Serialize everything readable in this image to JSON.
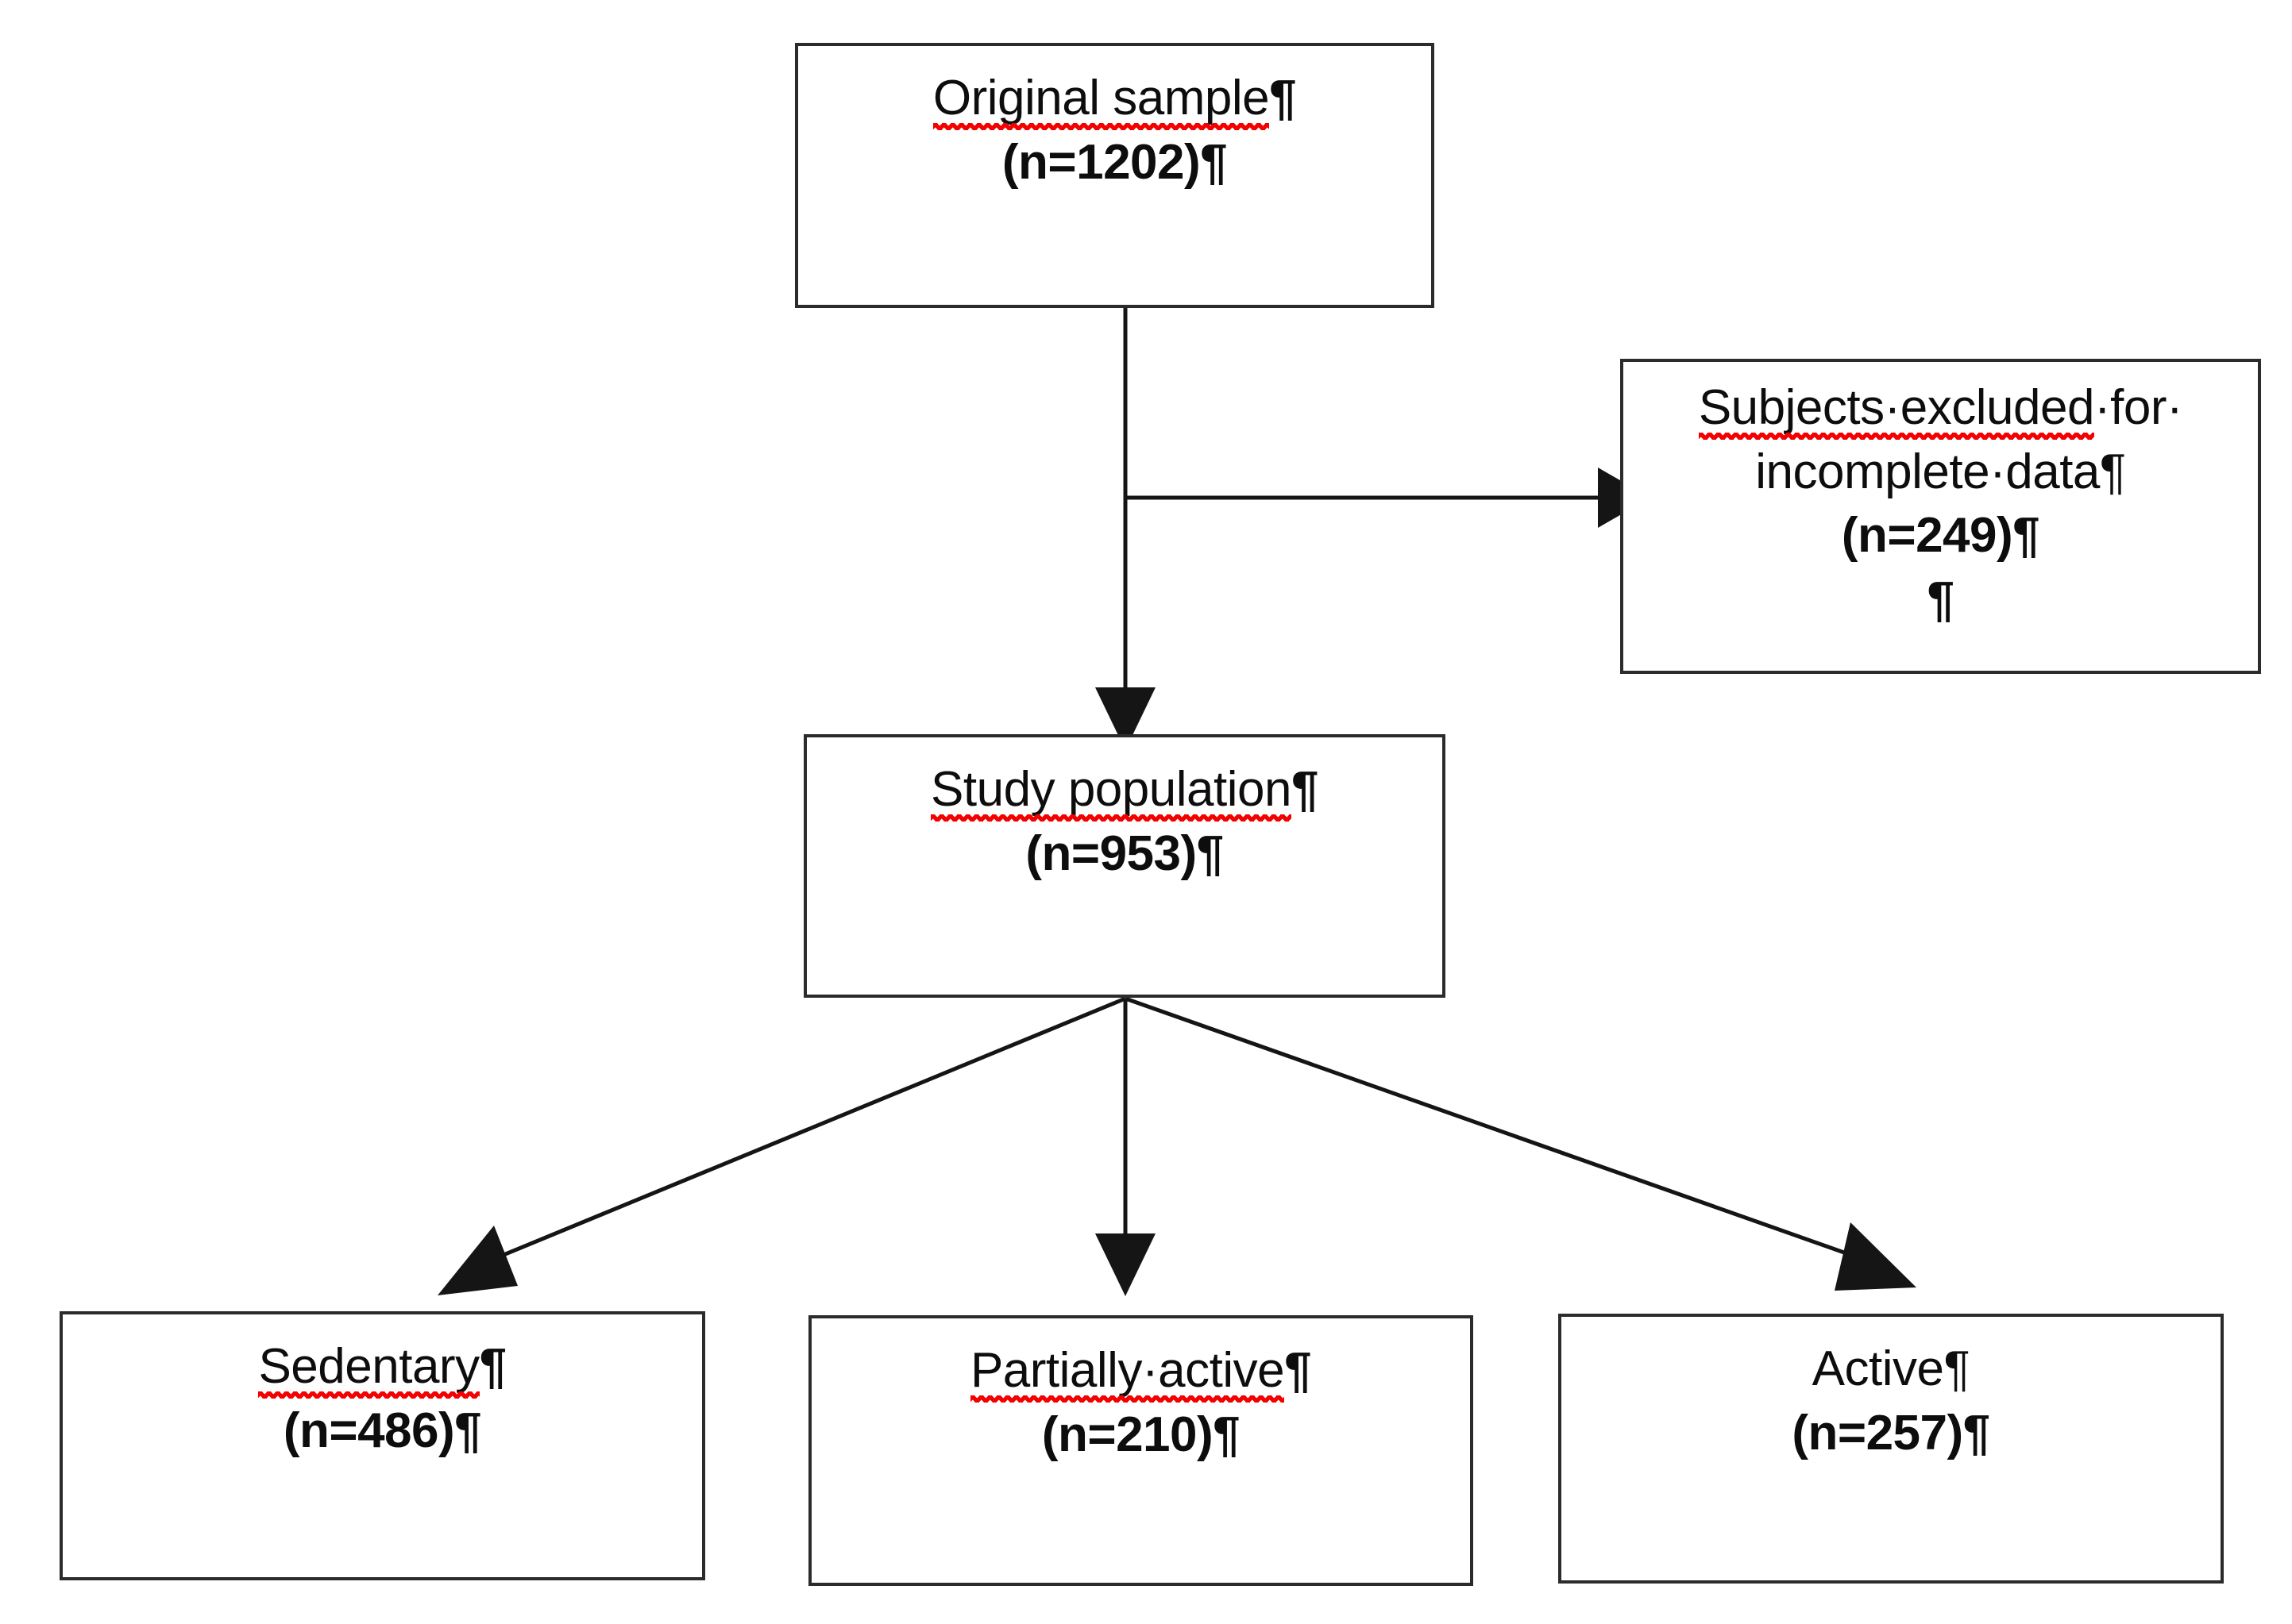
{
  "figure": {
    "type": "flowchart",
    "title": "Study participant flow diagram",
    "background_color": "#ffffff",
    "box_border_color": "#2b2b2b",
    "text_color": "#0d0d0d",
    "spellcheck_underline_color": "#f40000",
    "connector_color": "#1a1a1a"
  },
  "nodes": {
    "original_sample": {
      "id": "original-sample",
      "label": "Original sample",
      "label_with_marks": "Original·sample¶",
      "count_label": "(n=1202)",
      "count_with_marks": "(n=1202)¶",
      "n": 1202,
      "misspelled_words": [
        "Original"
      ],
      "lines": [
        {
          "text": "Original",
          "space": "·",
          "text2": "sample",
          "pilcrow": "¶",
          "bold": false,
          "spellcheck": true
        },
        {
          "text": "(n=1202)",
          "pilcrow": "¶",
          "bold": true,
          "spellcheck": false
        }
      ]
    },
    "excluded": {
      "id": "subjects-excluded",
      "label": "Subjects excluded for incomplete data",
      "line1_with_marks": "Subjects·excluded·for·",
      "line2_with_marks": "incomplete·data¶",
      "count_label": "(n=249)",
      "count_with_marks": "(n=249)¶",
      "trailing_pilcrow": "¶",
      "n": 249,
      "misspelled_words": [
        "Subjects",
        "excluded"
      ]
    },
    "study_population": {
      "id": "study-population",
      "label": "Study population",
      "label_with_marks": "Study·population¶",
      "count_label": "(n=953)",
      "count_with_marks": "(n=953)¶",
      "n": 953,
      "misspelled_words": [
        "Study",
        "population"
      ]
    },
    "sedentary": {
      "id": "sedentary",
      "label": "Sedentary",
      "label_with_marks": "Sedentary¶",
      "count_label": "(n=486)",
      "count_with_marks": "(n=486)¶",
      "n": 486,
      "misspelled_words": [
        "Sedentary"
      ]
    },
    "partially_active": {
      "id": "partially-active",
      "label": "Partially active",
      "label_with_marks": "Partially·active¶",
      "count_label": "(n=210)",
      "count_with_marks": "(n=210)¶",
      "n": 210,
      "misspelled_words": [
        "Partially",
        "active"
      ]
    },
    "active": {
      "id": "active",
      "label": "Active",
      "label_with_marks": "Active¶",
      "count_label": "(n=257)",
      "count_with_marks": "(n=257)¶",
      "n": 257,
      "misspelled_words": []
    }
  },
  "edges": [
    {
      "from": "original_sample",
      "to": "study_population",
      "style": "straight-down",
      "arrowhead": true
    },
    {
      "from": "original_sample",
      "to": "excluded",
      "style": "branch-right",
      "arrowhead": true
    },
    {
      "from": "study_population",
      "to": "sedentary",
      "style": "diagonal-left",
      "arrowhead": true
    },
    {
      "from": "study_population",
      "to": "partially_active",
      "style": "straight-down",
      "arrowhead": true
    },
    {
      "from": "study_population",
      "to": "active",
      "style": "diagonal-right",
      "arrowhead": true
    }
  ],
  "glyphs": {
    "pilcrow": "¶",
    "middot": "·"
  }
}
